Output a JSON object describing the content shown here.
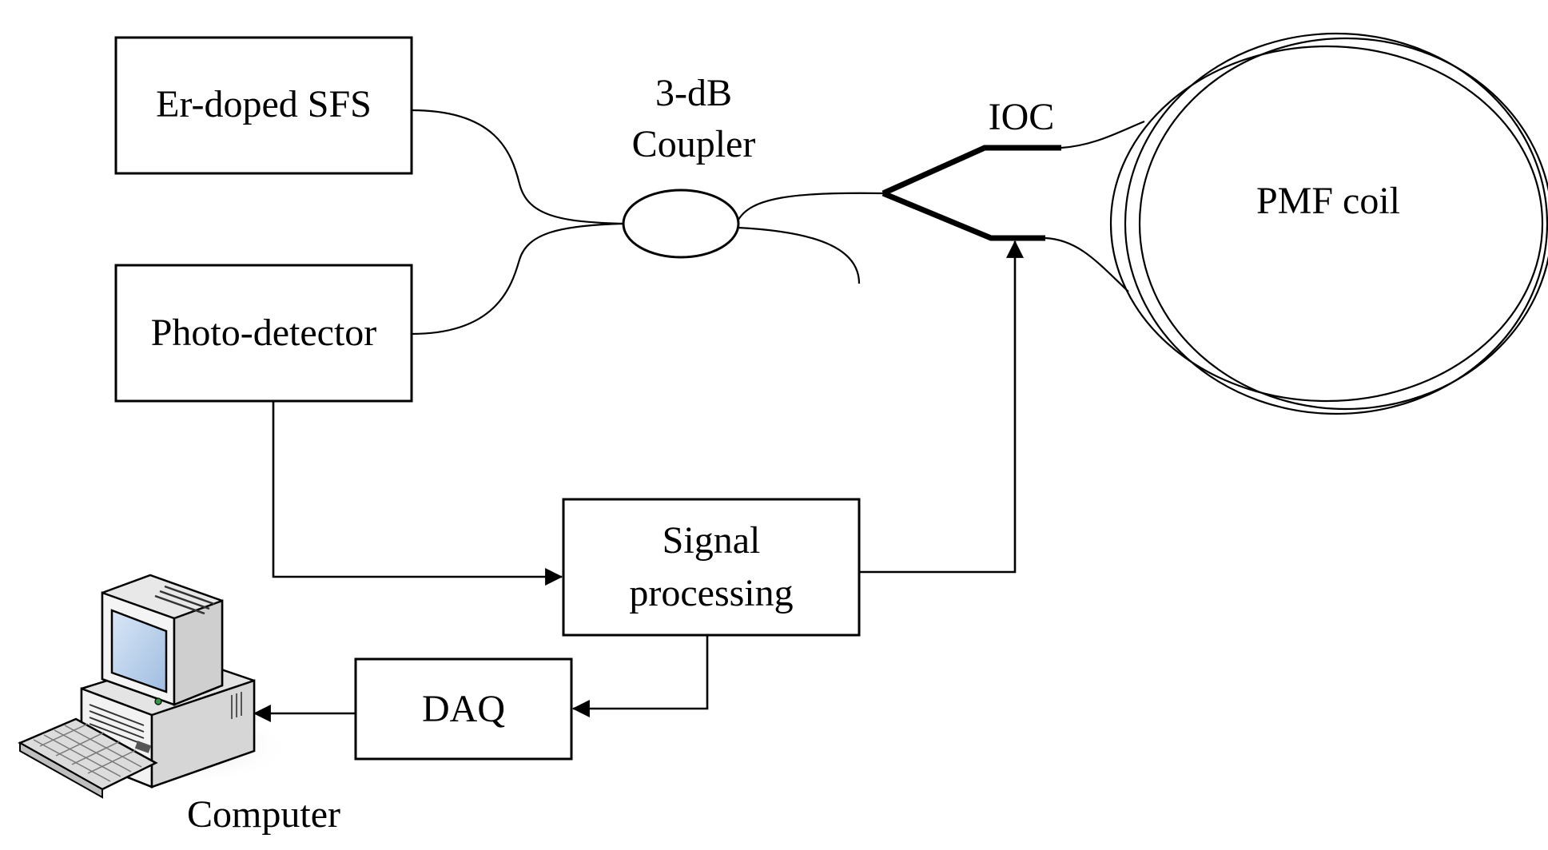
{
  "labels": {
    "sfs": "Er-doped SFS",
    "photodetector": "Photo-detector",
    "coupler_line1": "3-dB",
    "coupler_line2": "Coupler",
    "ioc": "IOC",
    "pmf_coil": "PMF coil",
    "signal_line1": "Signal",
    "signal_line2": "processing",
    "daq": "DAQ",
    "computer": "Computer"
  },
  "icons": {
    "computer": "desktop-computer-icon"
  },
  "colors": {
    "line": "#000000",
    "background": "#ffffff",
    "monitor_screen": "#bcd3ee",
    "case": "#e3e3e3",
    "led": "#2e9a46"
  }
}
